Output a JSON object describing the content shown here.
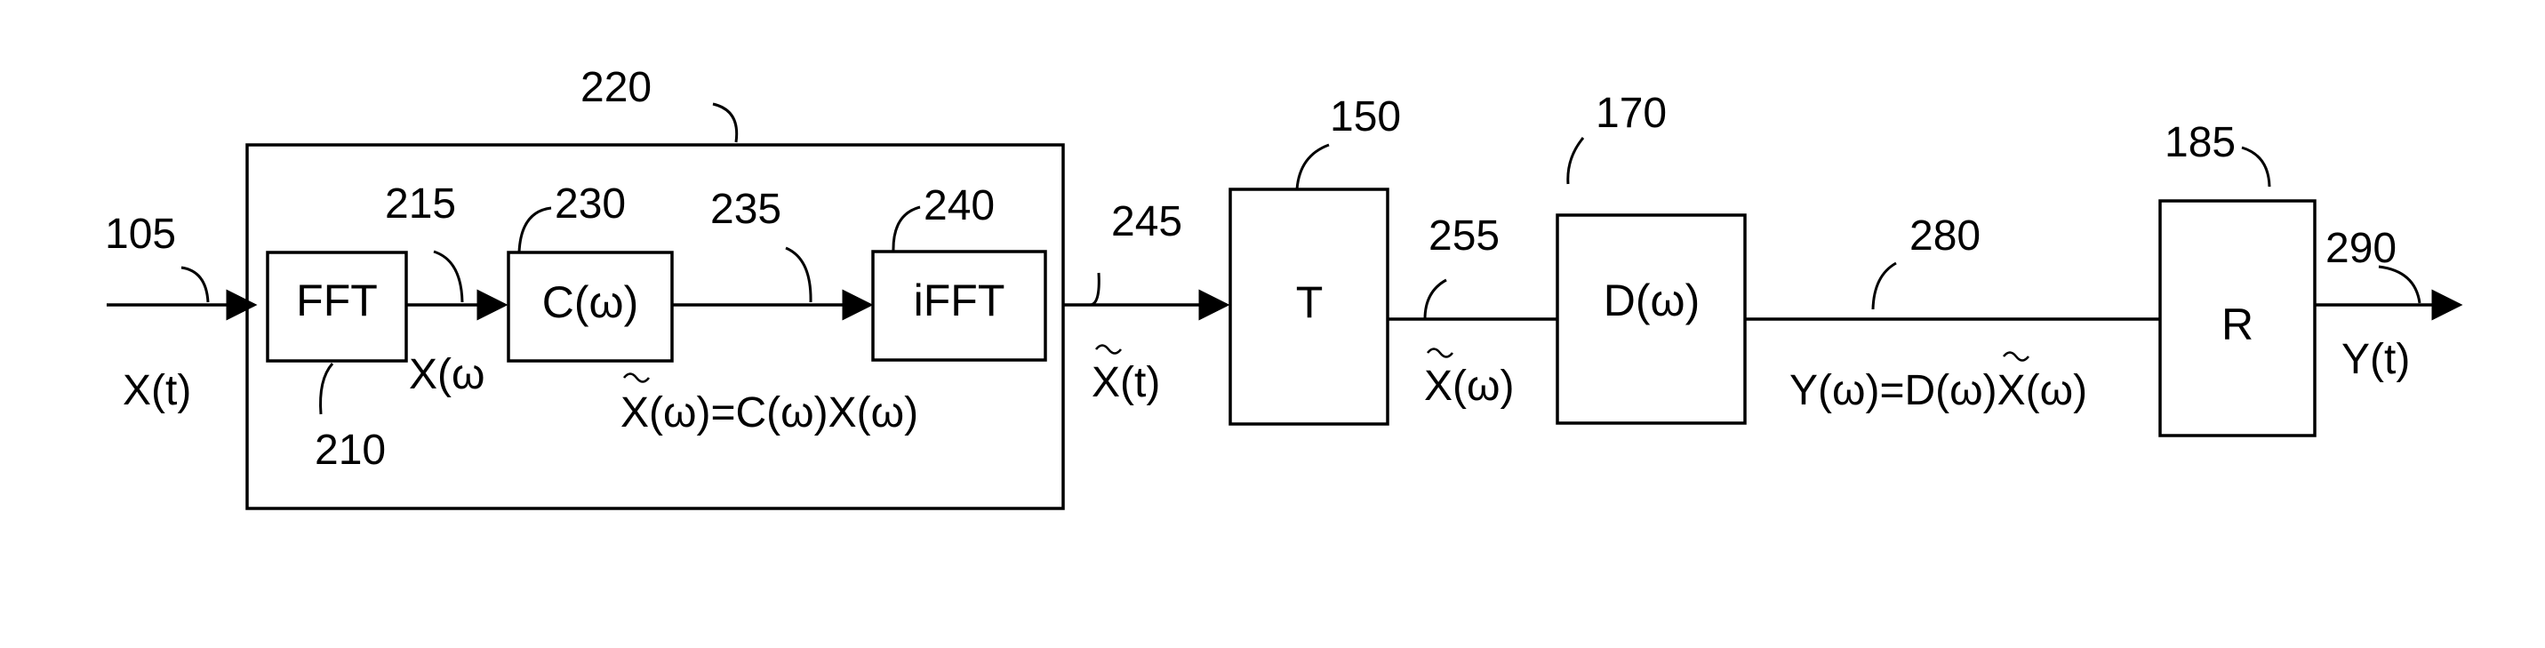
{
  "blocks": {
    "fft": "FFT",
    "c": "C(ω)",
    "ifft": "iFFT",
    "t": "T",
    "d": "D(ω)",
    "r": "R"
  },
  "refs": {
    "r105": "105",
    "r150": "150",
    "r170": "170",
    "r185": "185",
    "r210": "210",
    "r215": "215",
    "r220": "220",
    "r230": "230",
    "r235": "235",
    "r240": "240",
    "r245": "245",
    "r255": "255",
    "r280": "280",
    "r290": "290"
  },
  "signals": {
    "input": "X(t)",
    "fft_out": "X(ω",
    "c_out_a": "X(ω)=C(ω)X(ω)",
    "ifft_out": "X(t)",
    "t_out": "X(ω)",
    "d_out_a": "Y(ω)=D(ω)",
    "d_out_b": "X(ω)",
    "output": "Y(t)"
  }
}
